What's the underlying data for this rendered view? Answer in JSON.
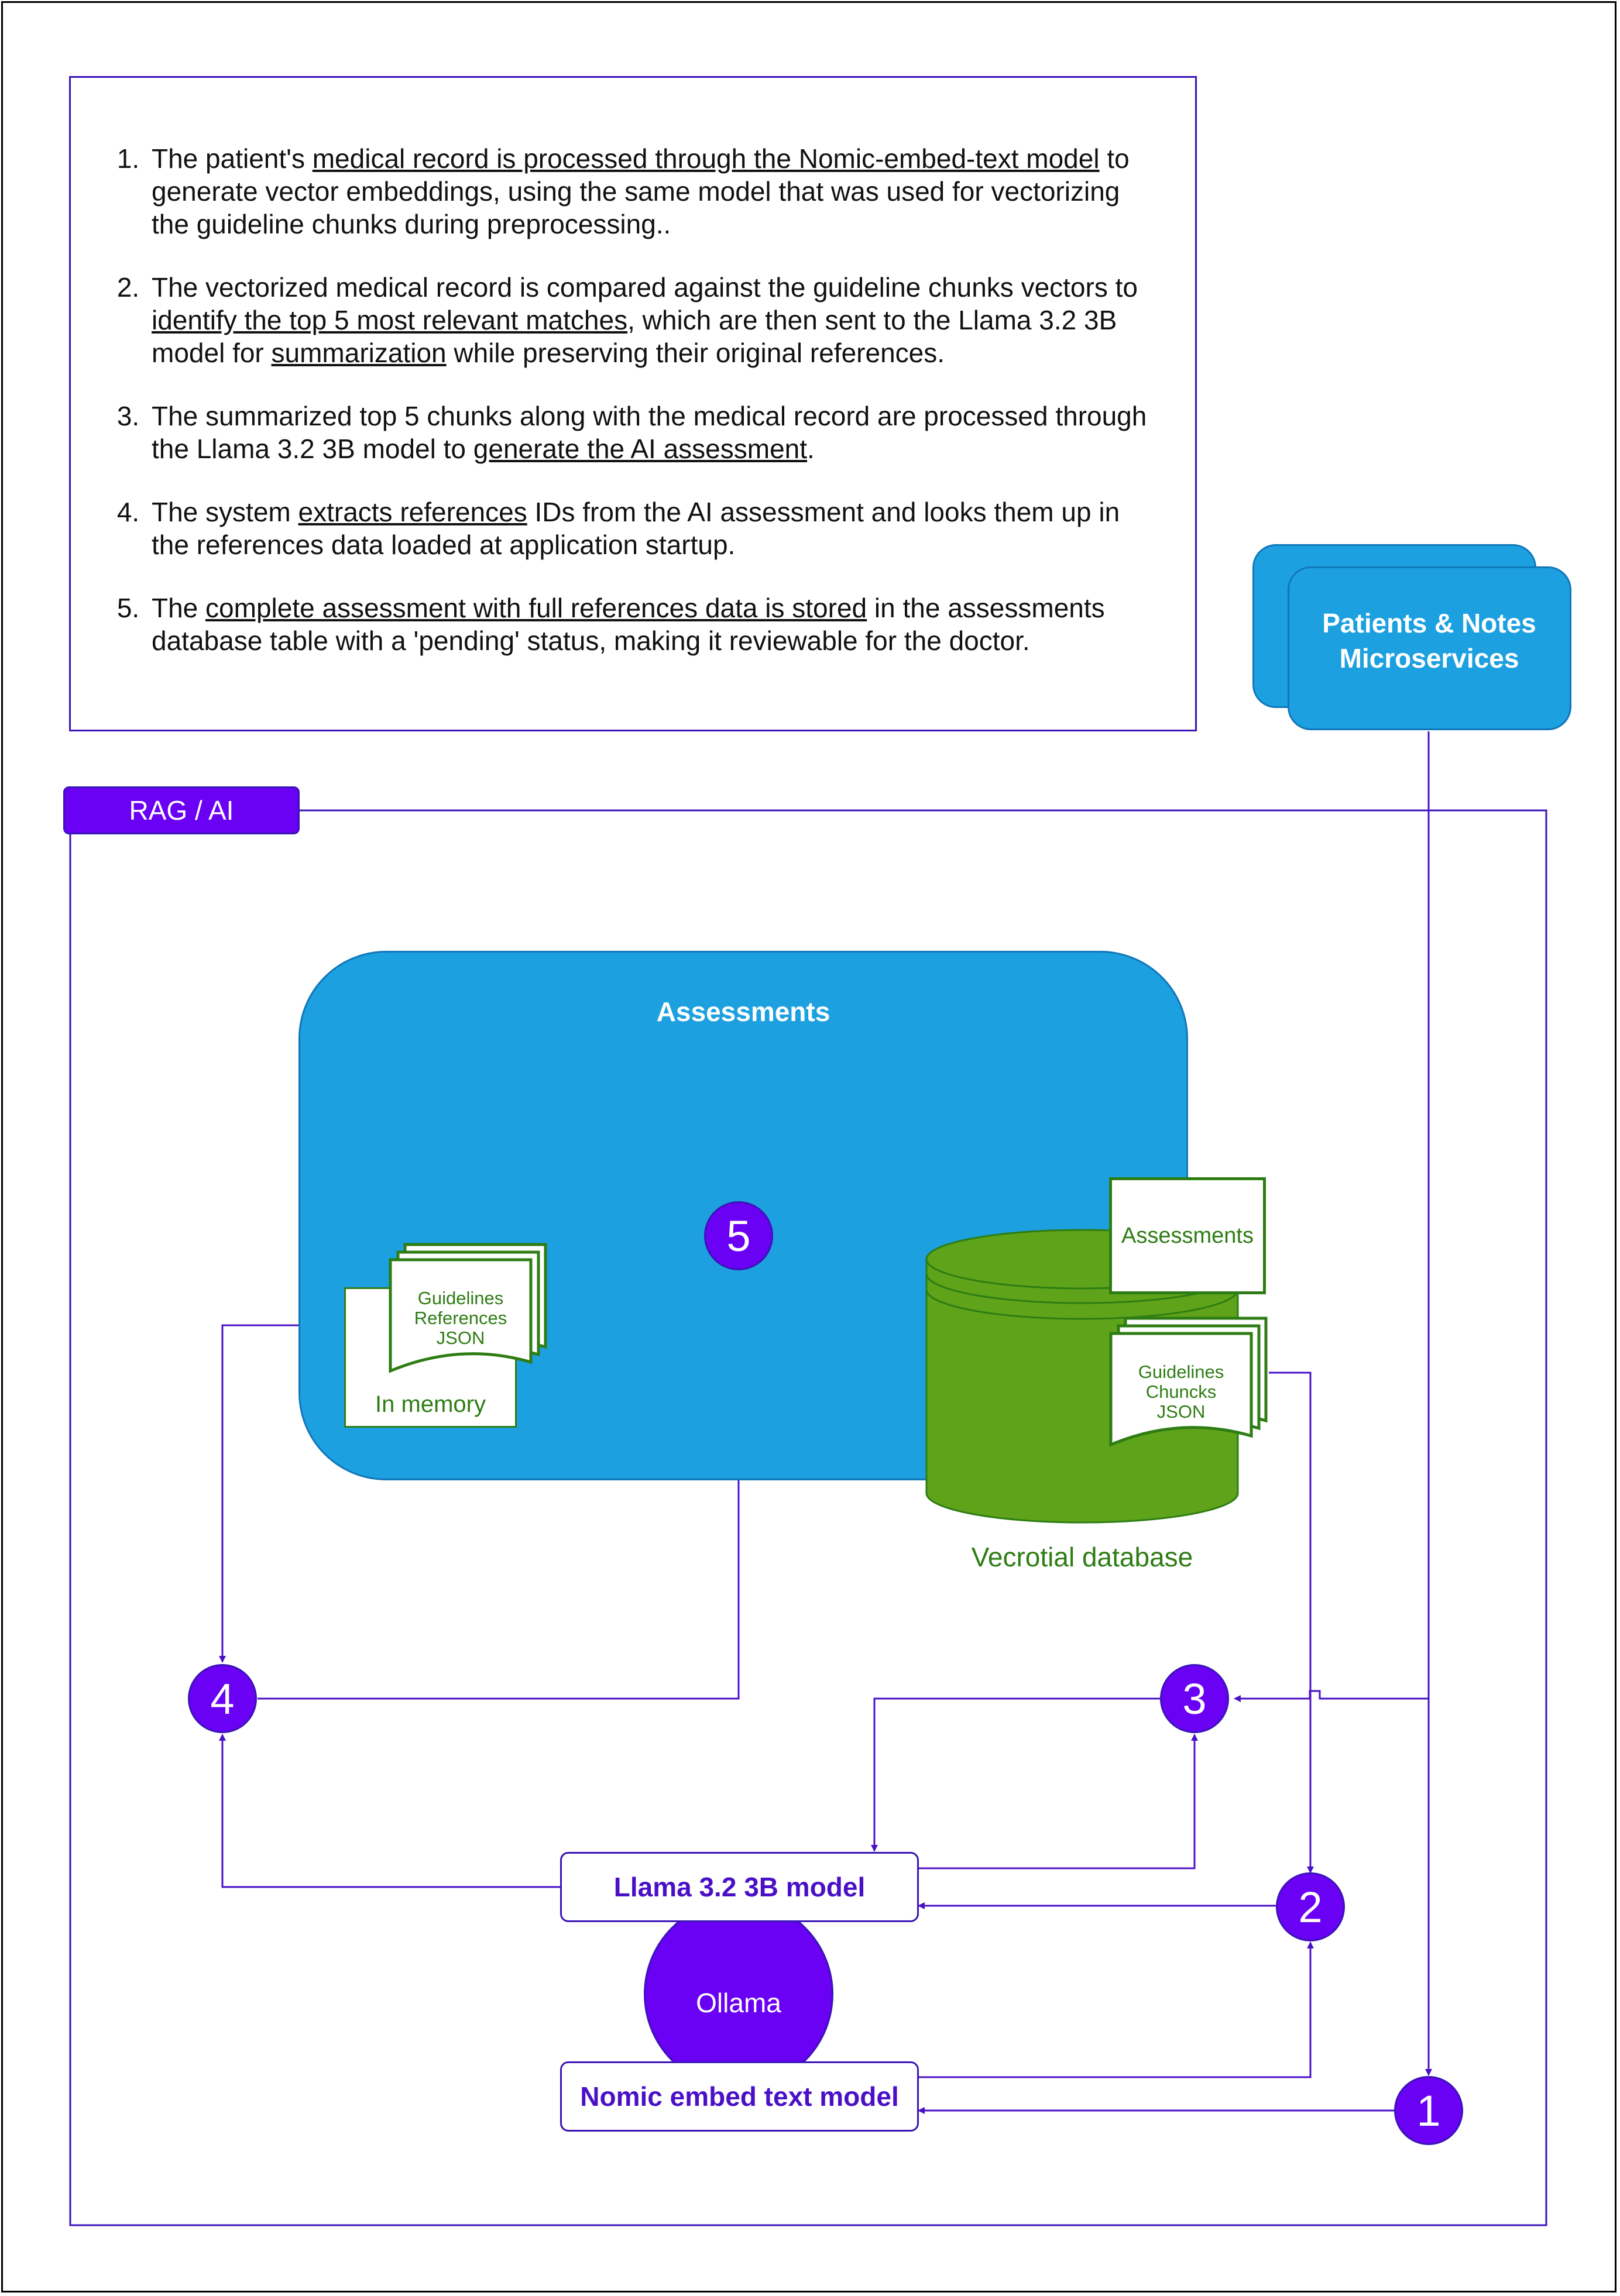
{
  "steps": [
    {
      "number": "1.",
      "parts": [
        {
          "t": "The patient's ",
          "u": false
        },
        {
          "t": "medical record is processed through the Nomic-embed-text model",
          "u": true
        },
        {
          "t": " to generate vector embeddings, using the same model that was used for vectorizing the guideline chunks during preprocessing..",
          "u": false
        }
      ]
    },
    {
      "number": "2.",
      "parts": [
        {
          "t": "The vectorized medical record is compared against the guideline chunks vectors to ",
          "u": false
        },
        {
          "t": "identify the top 5 most relevant matches",
          "u": true
        },
        {
          "t": ", which are then sent to the Llama 3.2 3B model for ",
          "u": false
        },
        {
          "t": "summarization",
          "u": true
        },
        {
          "t": " while preserving their original references.",
          "u": false
        }
      ]
    },
    {
      "number": "3.",
      "parts": [
        {
          "t": "The summarized top 5 chunks along with the medical record are processed through the Llama 3.2 3B model to ",
          "u": false
        },
        {
          "t": "generate the AI assessment",
          "u": true
        },
        {
          "t": ".",
          "u": false
        }
      ]
    },
    {
      "number": "4.",
      "parts": [
        {
          "t": "The system ",
          "u": false
        },
        {
          "t": "extracts references",
          "u": true
        },
        {
          "t": " IDs from the AI assessment and looks them up in the references data loaded at application startup.",
          "u": false
        }
      ]
    },
    {
      "number": "5.",
      "parts": [
        {
          "t": "The ",
          "u": false
        },
        {
          "t": "complete assessment with full references data is stored",
          "u": true
        },
        {
          "t": " in the assessments database table with a 'pending' status, making it reviewable for the doctor.",
          "u": false
        }
      ]
    }
  ],
  "rag_tab": "RAG / AI",
  "microservices": {
    "line1": "Patients & Notes",
    "line2": "Microservices"
  },
  "assessments_box": {
    "title": "Assessments"
  },
  "in_memory": {
    "label": "In memory",
    "doc_lines": [
      "Guidelines",
      "References",
      "JSON"
    ]
  },
  "vector_db": {
    "label": "Vecrotial database",
    "assessments_doc": "Assessments",
    "chunks_doc_lines": [
      "Guidelines",
      "Chuncks",
      "JSON"
    ]
  },
  "llama_model": "Llama 3.2 3B model",
  "nomic_model": "Nomic embed text model",
  "ollama": "Ollama",
  "step_circles": [
    "1",
    "2",
    "3",
    "4",
    "5"
  ],
  "colors": {
    "purple": "#6a00f4",
    "purple_border": "#3b14b8",
    "blue": "#1ca0e0",
    "green": "#5ea31a",
    "green_dark": "#2e7d14"
  }
}
